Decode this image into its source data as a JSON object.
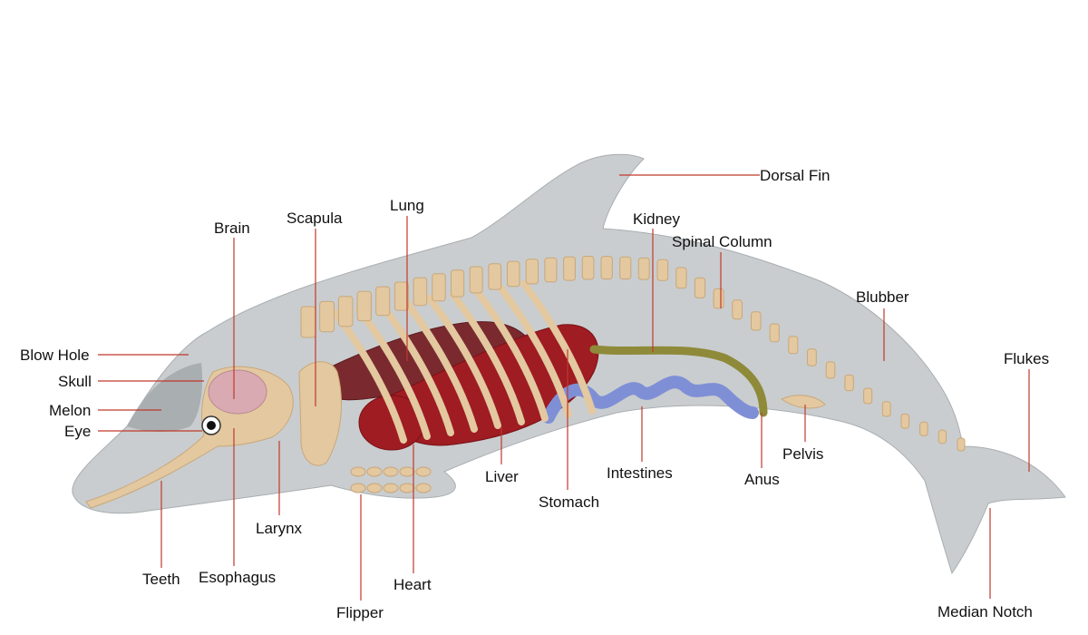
{
  "colors": {
    "body": "#c9cdcf",
    "body_shade": "#a9aeb1",
    "bone": "#e3c8a0",
    "bone_edge": "#c9a77a",
    "organ_red": "#9e1c22",
    "lung": "#7a2a2e",
    "brain": "#d9aab2",
    "intestine": "#7f8fd6",
    "kidney": "#8e8a3a",
    "leader": "#c0392b"
  },
  "labels": {
    "dorsal_fin": "Dorsal Fin",
    "lung": "Lung",
    "scapula": "Scapula",
    "brain": "Brain",
    "kidney": "Kidney",
    "spinal_column": "Spinal Column",
    "blubber": "Blubber",
    "flukes": "Flukes",
    "blow_hole": "Blow Hole",
    "skull": "Skull",
    "melon": "Melon",
    "eye": "Eye",
    "larynx": "Larynx",
    "teeth": "Teeth",
    "esophagus": "Esophagus",
    "flipper": "Flipper",
    "heart": "Heart",
    "liver": "Liver",
    "stomach": "Stomach",
    "intestines": "Intestines",
    "anus": "Anus",
    "pelvis": "Pelvis",
    "median_notch": "Median Notch"
  }
}
